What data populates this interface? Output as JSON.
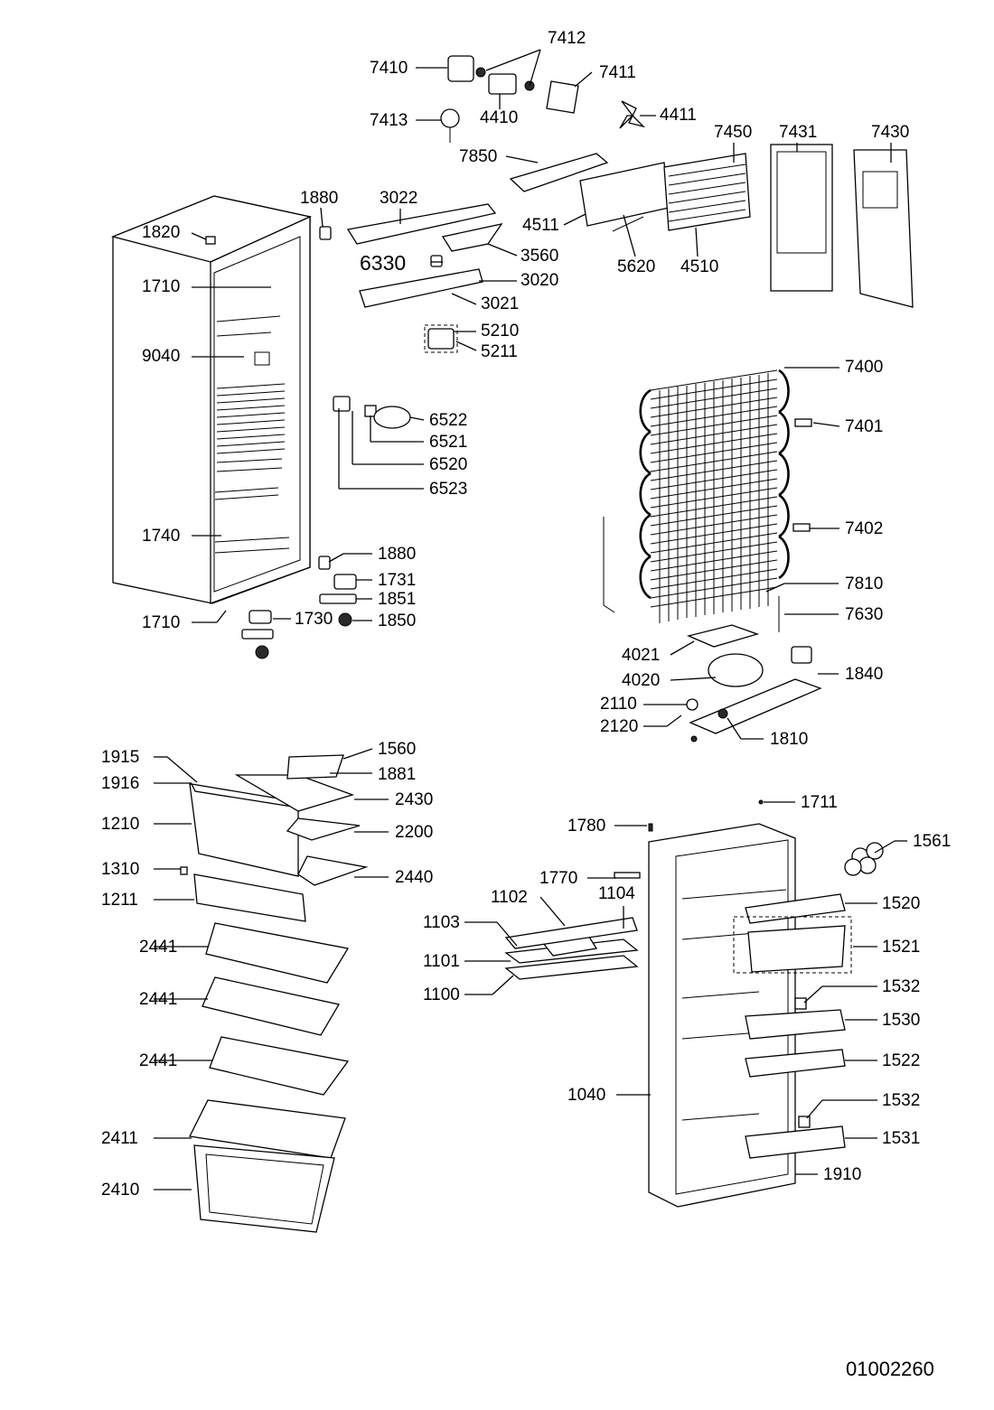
{
  "diagram": {
    "reference_number": "01002260",
    "callouts": [
      "7412",
      "7410",
      "7411",
      "4410",
      "7413",
      "4411",
      "7450",
      "7431",
      "7430",
      "7850",
      "1880",
      "3022",
      "1820",
      "4511",
      "3560",
      "5620",
      "4510",
      "6330",
      "3020",
      "1710",
      "3021",
      "5210",
      "5211",
      "9040",
      "7400",
      "7401",
      "6522",
      "6521",
      "6520",
      "6523",
      "7402",
      "1740",
      "1880",
      "1731",
      "1851",
      "7810",
      "1710",
      "1730",
      "1850",
      "7630",
      "4021",
      "1840",
      "4020",
      "2110",
      "2120",
      "1810",
      "1915",
      "1560",
      "1916",
      "1881",
      "2430",
      "1711",
      "1210",
      "2200",
      "1780",
      "1561",
      "1310",
      "2440",
      "1770",
      "1211",
      "1102",
      "1104",
      "1520",
      "1103",
      "2441",
      "1521",
      "1101",
      "1100",
      "1532",
      "2441",
      "1530",
      "2441",
      "1522",
      "1040",
      "1532",
      "2411",
      "1531",
      "1910",
      "2410"
    ]
  }
}
